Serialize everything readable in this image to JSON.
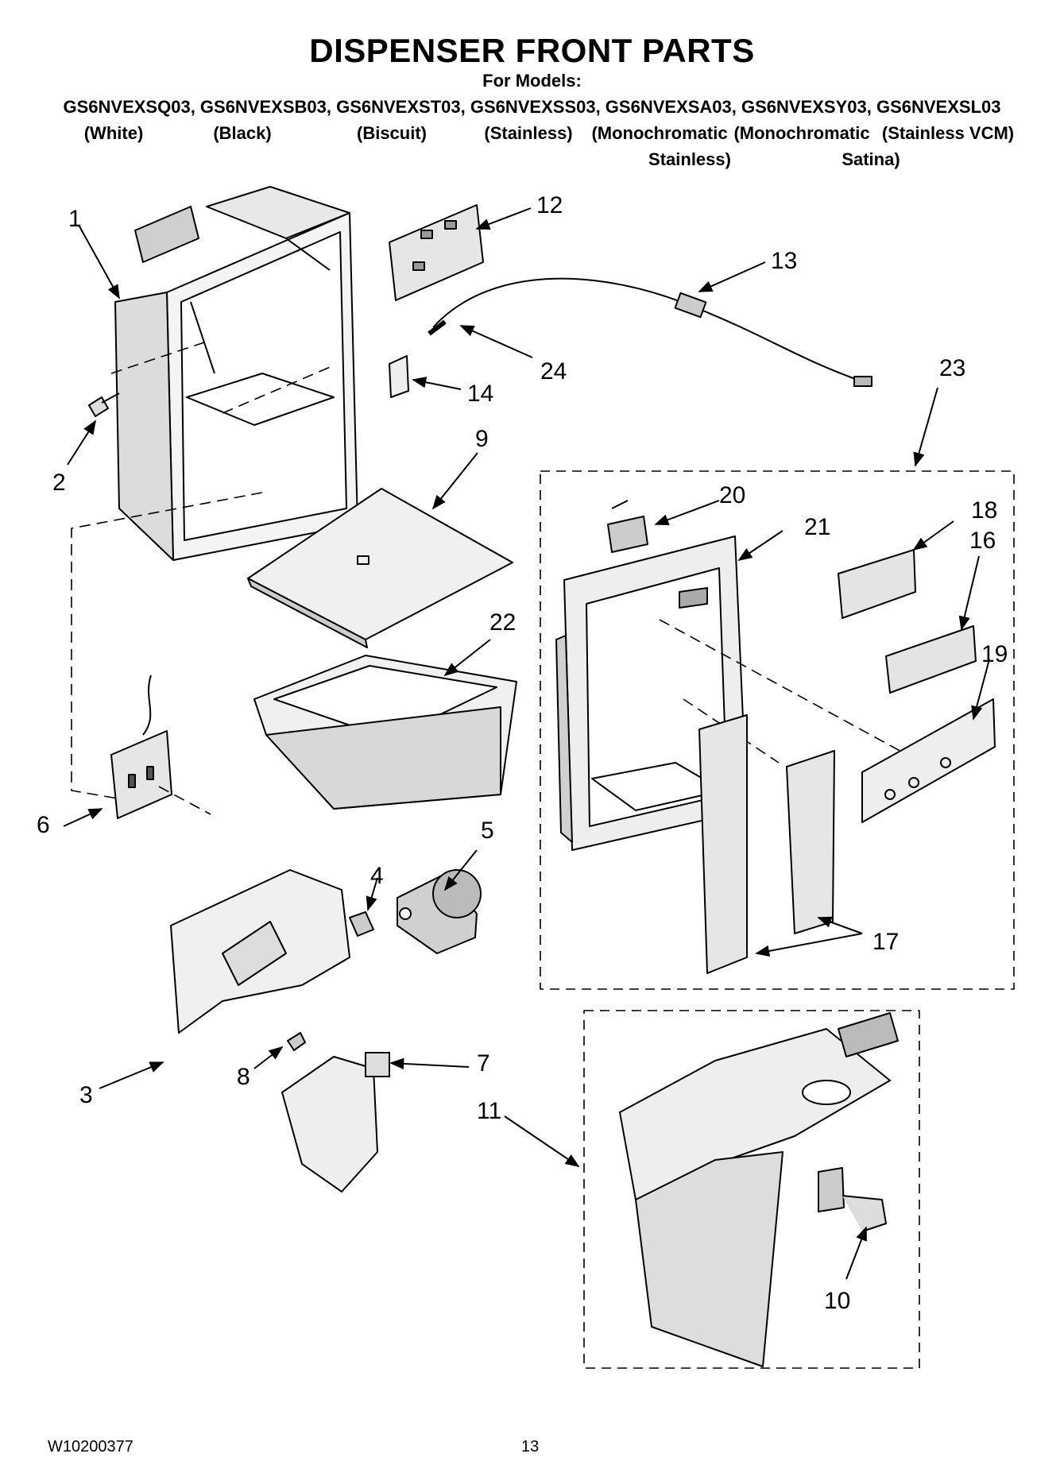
{
  "header": {
    "title": "DISPENSER FRONT PARTS",
    "subtitle": "For Models:",
    "models": "GS6NVEXSQ03, GS6NVEXSB03, GS6NVEXST03, GS6NVEXSS03, GS6NVEXSA03, GS6NVEXSY03, GS6NVEXSL03",
    "variants_line1": [
      "(White)",
      "(Black)",
      "(Biscuit)",
      "(Stainless)",
      "(Monochromatic",
      "(Monochromatic",
      "(Stainless VCM)"
    ],
    "variants_line2": [
      "Stainless)",
      "Satina)"
    ]
  },
  "callouts": [
    "1",
    "2",
    "3",
    "4",
    "5",
    "6",
    "7",
    "8",
    "9",
    "10",
    "11",
    "12",
    "13",
    "14",
    "16",
    "17",
    "18",
    "19",
    "20",
    "21",
    "22",
    "23",
    "24"
  ],
  "footer": {
    "doc_number": "W10200377",
    "page_number": "13"
  }
}
